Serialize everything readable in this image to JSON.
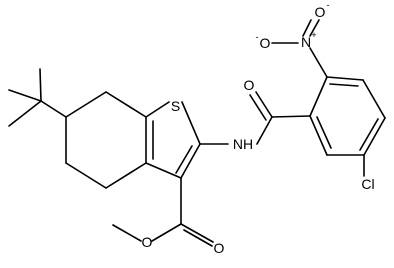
{
  "labels": {
    "sulfur": "S",
    "amide_nh": "NH",
    "amide_o": "O",
    "nitro_n": "N",
    "nitro_n_charge": "+",
    "nitro_o_top": "O",
    "nitro_o_top_charge": "-",
    "nitro_o_left": "O",
    "nitro_o_left_charge": "-",
    "chloro": "Cl",
    "ester_o_carbonyl": "O",
    "ester_o_methoxy": "O"
  },
  "colors": {
    "bond": "#000000",
    "label": "#000000",
    "background": "#ffffff"
  }
}
